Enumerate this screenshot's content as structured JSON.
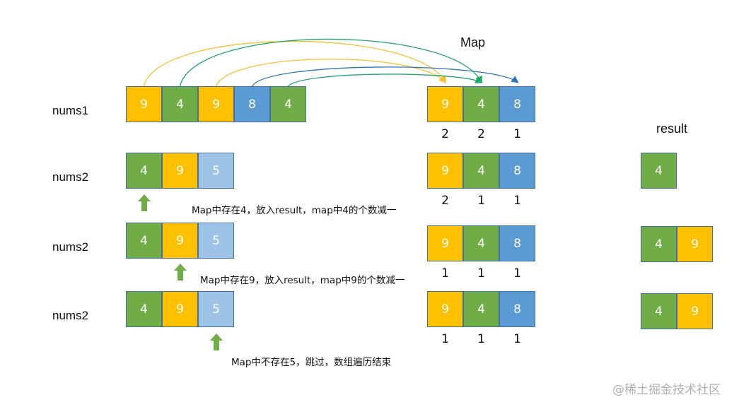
{
  "colors": {
    "yellow": "#ffc000",
    "green": "#70ad47",
    "blue": "#5b9bd5",
    "lightblue": "#9dc3e6",
    "curve_yellow": "#f5c230",
    "curve_green": "#1fa86a",
    "curve_blue": "#2e75b6",
    "arrow_green": "#70ad47"
  },
  "titles": {
    "map": "Map",
    "result": "result"
  },
  "rows": [
    {
      "label": "nums1",
      "array": [
        {
          "v": "9",
          "c": "yellow"
        },
        {
          "v": "4",
          "c": "green"
        },
        {
          "v": "9",
          "c": "yellow"
        },
        {
          "v": "8",
          "c": "blue"
        },
        {
          "v": "4",
          "c": "green"
        }
      ],
      "map": [
        {
          "v": "9",
          "c": "yellow",
          "count": "2"
        },
        {
          "v": "4",
          "c": "green",
          "count": "2"
        },
        {
          "v": "8",
          "c": "blue",
          "count": "1"
        }
      ],
      "result": [],
      "caption": null,
      "pointer_index": null
    },
    {
      "label": "nums2",
      "array": [
        {
          "v": "4",
          "c": "green"
        },
        {
          "v": "9",
          "c": "yellow"
        },
        {
          "v": "5",
          "c": "lightblue"
        }
      ],
      "map": [
        {
          "v": "9",
          "c": "yellow",
          "count": "2"
        },
        {
          "v": "4",
          "c": "green",
          "count": "1"
        },
        {
          "v": "8",
          "c": "blue",
          "count": "1"
        }
      ],
      "result": [
        {
          "v": "4",
          "c": "green"
        }
      ],
      "caption": "Map中存在4，放入result，map中4的个数减一",
      "pointer_index": 0
    },
    {
      "label": "nums2",
      "array": [
        {
          "v": "4",
          "c": "green"
        },
        {
          "v": "9",
          "c": "yellow"
        },
        {
          "v": "5",
          "c": "lightblue"
        }
      ],
      "map": [
        {
          "v": "9",
          "c": "yellow",
          "count": "1"
        },
        {
          "v": "4",
          "c": "green",
          "count": "1"
        },
        {
          "v": "8",
          "c": "blue",
          "count": "1"
        }
      ],
      "result": [
        {
          "v": "4",
          "c": "green"
        },
        {
          "v": "9",
          "c": "yellow"
        }
      ],
      "caption": "Map中存在9，放入result，map中9的个数减一",
      "pointer_index": 1
    },
    {
      "label": "nums2",
      "array": [
        {
          "v": "4",
          "c": "green"
        },
        {
          "v": "9",
          "c": "yellow"
        },
        {
          "v": "5",
          "c": "lightblue"
        }
      ],
      "map": [
        {
          "v": "9",
          "c": "yellow",
          "count": "1"
        },
        {
          "v": "4",
          "c": "green",
          "count": "1"
        },
        {
          "v": "8",
          "c": "blue",
          "count": "1"
        }
      ],
      "result": [
        {
          "v": "4",
          "c": "green"
        },
        {
          "v": "9",
          "c": "yellow"
        }
      ],
      "caption": "Map中不存在5，跳过，数组遍历结束",
      "pointer_index": 2
    }
  ],
  "mapping_arrows": [
    {
      "from": 0,
      "to": 0,
      "color": "curve_yellow"
    },
    {
      "from": 1,
      "to": 1,
      "color": "curve_green"
    },
    {
      "from": 2,
      "to": 0,
      "color": "curve_yellow"
    },
    {
      "from": 3,
      "to": 2,
      "color": "curve_blue"
    },
    {
      "from": 4,
      "to": 1,
      "color": "curve_green"
    }
  ],
  "watermark": "@稀土掘金技术社区"
}
